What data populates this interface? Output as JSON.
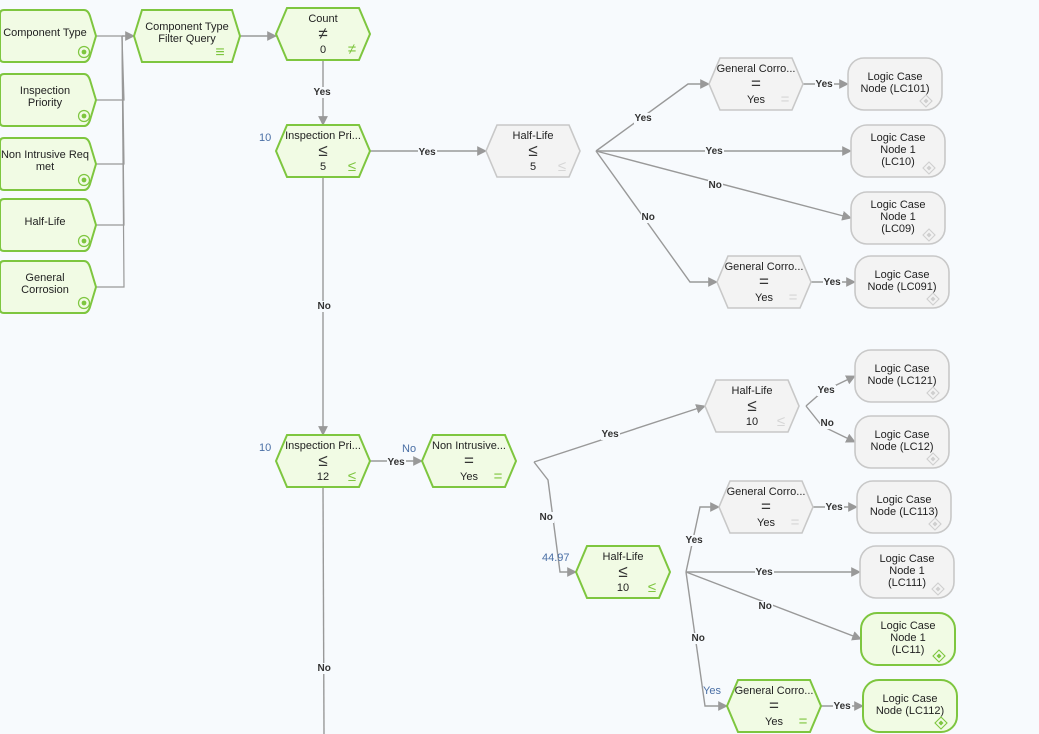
{
  "colors": {
    "active_fill": "#f1fbe4",
    "active_stroke": "#7ec63f",
    "inactive_fill": "#f3f3f3",
    "inactive_stroke": "#c8c8c8",
    "edge": "#999999",
    "annotation": "#4a6fa5"
  },
  "inputs": [
    {
      "label": "Component Type"
    },
    {
      "label": "Inspection\nPriority"
    },
    {
      "label": "Non Intrusive Req\nmet"
    },
    {
      "label": "Half-Life"
    },
    {
      "label": "General\nCorrosion"
    }
  ],
  "query": {
    "label": "Component Type\nFilter Query"
  },
  "decisions": [
    {
      "id": "count",
      "title": "Count",
      "op": "≠",
      "value": "0",
      "state": "active"
    },
    {
      "id": "ip1",
      "title": "Inspection Pri...",
      "op": "≤",
      "value": "5",
      "state": "active"
    },
    {
      "id": "hl1",
      "title": "Half-Life",
      "op": "≤",
      "value": "5",
      "state": "inactive"
    },
    {
      "id": "gc1",
      "title": "General Corro...",
      "op": "=",
      "value": "Yes",
      "state": "inactive"
    },
    {
      "id": "gc2",
      "title": "General Corro...",
      "op": "=",
      "value": "Yes",
      "state": "inactive"
    },
    {
      "id": "ip2",
      "title": "Inspection Pri...",
      "op": "≤",
      "value": "12",
      "state": "active"
    },
    {
      "id": "ni",
      "title": "Non Intrusive...",
      "op": "=",
      "value": "Yes",
      "state": "active"
    },
    {
      "id": "hl2",
      "title": "Half-Life",
      "op": "≤",
      "value": "10",
      "state": "inactive"
    },
    {
      "id": "hl3",
      "title": "Half-Life",
      "op": "≤",
      "value": "10",
      "state": "active"
    },
    {
      "id": "gc3",
      "title": "General Corro...",
      "op": "=",
      "value": "Yes",
      "state": "inactive"
    },
    {
      "id": "gc4",
      "title": "General Corro...",
      "op": "=",
      "value": "Yes",
      "state": "active"
    }
  ],
  "results": [
    {
      "id": "lc101",
      "label": "Logic Case\nNode (LC101)",
      "state": "inactive"
    },
    {
      "id": "lc10",
      "label": "Logic Case\nNode 1\n(LC10)",
      "state": "inactive"
    },
    {
      "id": "lc09",
      "label": "Logic Case\nNode 1\n(LC09)",
      "state": "inactive"
    },
    {
      "id": "lc091",
      "label": "Logic Case\nNode (LC091)",
      "state": "inactive"
    },
    {
      "id": "lc121",
      "label": "Logic Case\nNode (LC121)",
      "state": "inactive"
    },
    {
      "id": "lc12",
      "label": "Logic Case\nNode (LC12)",
      "state": "inactive"
    },
    {
      "id": "lc113",
      "label": "Logic Case\nNode (LC113)",
      "state": "inactive"
    },
    {
      "id": "lc111",
      "label": "Logic Case\nNode 1\n(LC111)",
      "state": "inactive"
    },
    {
      "id": "lc11",
      "label": "Logic Case\nNode 1\n(LC11)",
      "state": "active"
    },
    {
      "id": "lc112",
      "label": "Logic Case\nNode (LC112)",
      "state": "active"
    }
  ],
  "edges": [
    {
      "label": "Yes"
    },
    {
      "label": "Yes"
    },
    {
      "label": "No"
    },
    {
      "label": "Yes"
    },
    {
      "label": "Yes"
    },
    {
      "label": "No"
    },
    {
      "label": "No"
    },
    {
      "label": "Yes"
    },
    {
      "label": "Yes"
    },
    {
      "label": "Yes"
    },
    {
      "label": "Yes"
    },
    {
      "label": "No"
    },
    {
      "label": "No"
    },
    {
      "label": "Yes"
    },
    {
      "label": "No"
    },
    {
      "label": "Yes"
    },
    {
      "label": "Yes"
    },
    {
      "label": "No"
    },
    {
      "label": "No"
    },
    {
      "label": "Yes"
    },
    {
      "label": "Yes"
    }
  ],
  "annotations": [
    {
      "text": "10"
    },
    {
      "text": "10"
    },
    {
      "text": "No"
    },
    {
      "text": "44.97"
    },
    {
      "text": "Yes"
    }
  ]
}
